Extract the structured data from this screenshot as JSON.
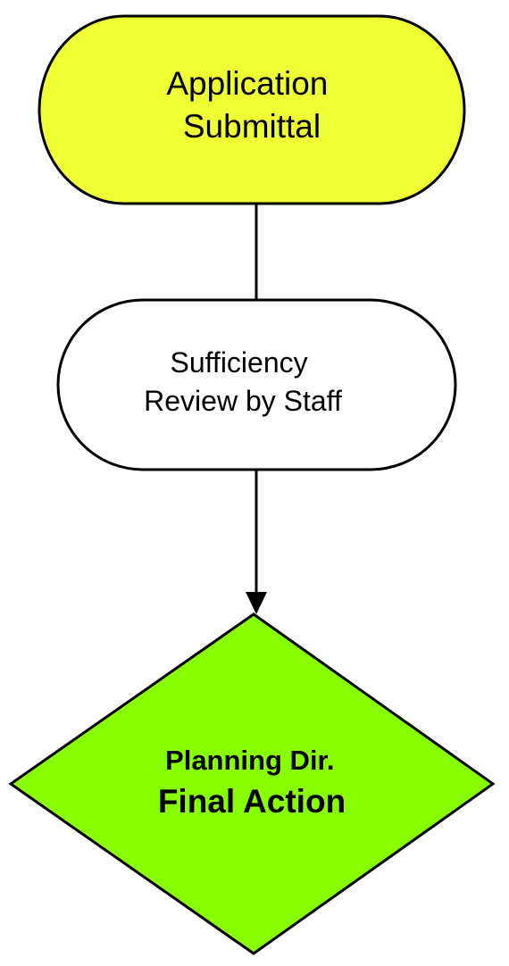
{
  "nodes": [
    {
      "id": "application-submittal",
      "shape": "terminator",
      "fill": "#eeff33",
      "lines": [
        "Application",
        "Submittal"
      ]
    },
    {
      "id": "sufficiency-review",
      "shape": "terminator",
      "fill": "#ffffff",
      "lines": [
        "Sufficiency",
        "Review by Staff"
      ]
    },
    {
      "id": "final-action",
      "shape": "decision",
      "fill": "#88ff00",
      "lines": [
        "Planning Dir.",
        "Final Action"
      ]
    }
  ],
  "edges": [
    {
      "from": "application-submittal",
      "to": "sufficiency-review",
      "arrow": false
    },
    {
      "from": "sufficiency-review",
      "to": "final-action",
      "arrow": true
    }
  ]
}
